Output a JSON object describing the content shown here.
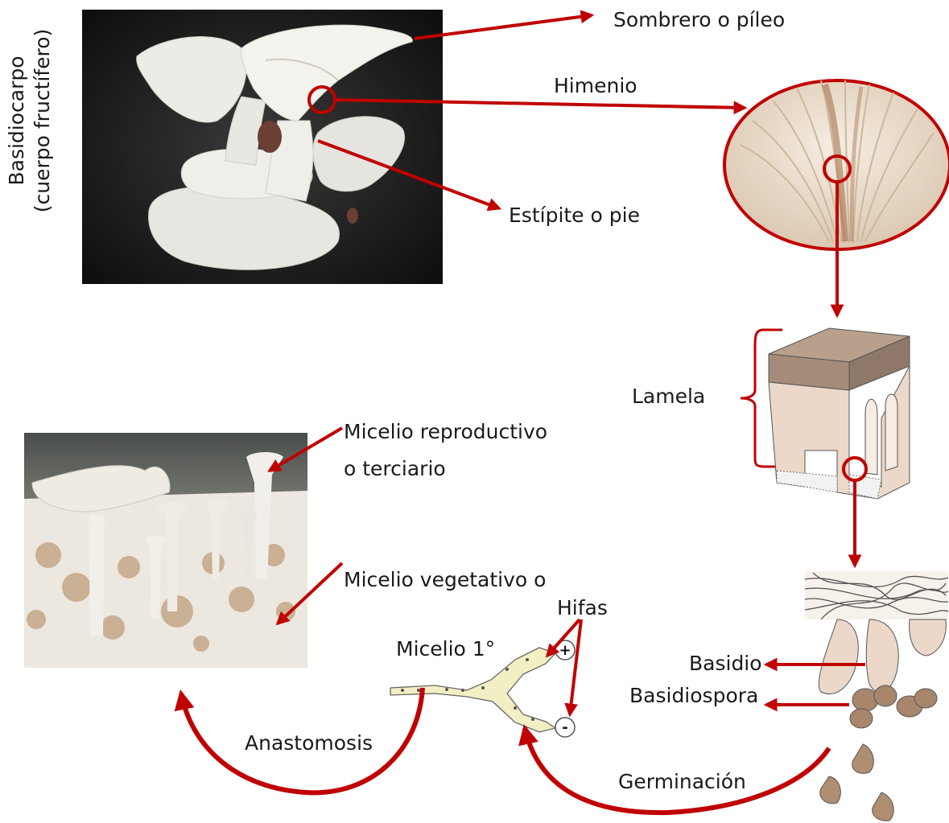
{
  "colors": {
    "arrow": "#c00000",
    "label": "#1a1a1a"
  },
  "basidiocarp": {
    "label_line1": "Basidiocarpo",
    "label_line2": "(cuerpo fructífero)"
  },
  "labels": {
    "pileus": "Sombrero o píleo",
    "hymenium": "Himenio",
    "stipe": "Estípite o pie",
    "lamella": "Lamela",
    "repro_line1": "Micelio reproductivo",
    "repro_line2": "o terciario",
    "vegetative": "Micelio vegetativo o",
    "hyphae": "Hifas",
    "primary_mycelium": "Micelio 1°",
    "basidium": "Basidio",
    "basidiospore": "Basidiospora",
    "anastomosis": "Anastomosis",
    "germination": "Germinación"
  },
  "mating_signs": {
    "plus": "+",
    "minus": "-"
  }
}
